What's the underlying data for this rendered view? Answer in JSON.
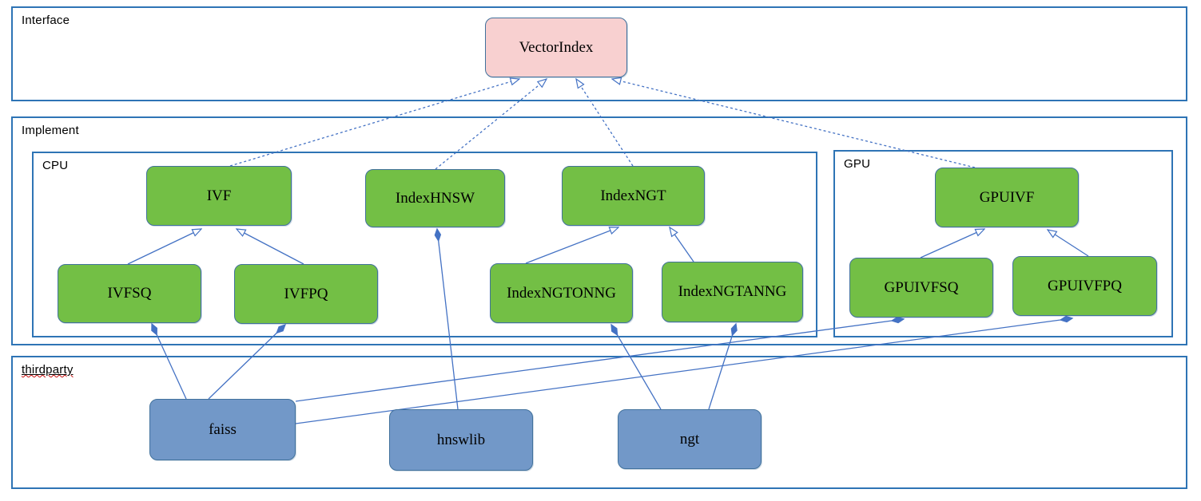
{
  "containers": [
    {
      "label": "Interface"
    },
    {
      "label": "Implement"
    },
    {
      "label": "CPU"
    },
    {
      "label": "GPU"
    },
    {
      "label": "thirdparty"
    }
  ],
  "nodes": [
    {
      "label": "VectorIndex",
      "kind": "interface",
      "container": "Interface"
    },
    {
      "label": "IVF",
      "kind": "implementation",
      "container": "CPU"
    },
    {
      "label": "IndexHNSW",
      "kind": "implementation",
      "container": "CPU"
    },
    {
      "label": "IndexNGT",
      "kind": "implementation",
      "container": "CPU"
    },
    {
      "label": "IVFSQ",
      "kind": "implementation",
      "container": "CPU"
    },
    {
      "label": "IVFPQ",
      "kind": "implementation",
      "container": "CPU"
    },
    {
      "label": "IndexNGTONNG",
      "kind": "implementation",
      "container": "CPU"
    },
    {
      "label": "IndexNGTANNG",
      "kind": "implementation",
      "container": "CPU"
    },
    {
      "label": "GPUIVF",
      "kind": "implementation",
      "container": "GPU"
    },
    {
      "label": "GPUIVFSQ",
      "kind": "implementation",
      "container": "GPU"
    },
    {
      "label": "GPUIVFPQ",
      "kind": "implementation",
      "container": "GPU"
    },
    {
      "label": "faiss",
      "kind": "library",
      "container": "thirdparty"
    },
    {
      "label": "hnswlib",
      "kind": "library",
      "container": "thirdparty"
    },
    {
      "label": "ngt",
      "kind": "library",
      "container": "thirdparty"
    }
  ],
  "edges": [
    {
      "from": "IVF",
      "to": "VectorIndex",
      "type": "realize-dashed-hollow-arrow"
    },
    {
      "from": "IndexHNSW",
      "to": "VectorIndex",
      "type": "realize-dashed-hollow-arrow"
    },
    {
      "from": "IndexNGT",
      "to": "VectorIndex",
      "type": "realize-dashed-hollow-arrow"
    },
    {
      "from": "GPUIVF",
      "to": "VectorIndex",
      "type": "realize-dashed-hollow-arrow"
    },
    {
      "from": "IVFSQ",
      "to": "IVF",
      "type": "generalize-hollow-arrow"
    },
    {
      "from": "IVFPQ",
      "to": "IVF",
      "type": "generalize-hollow-arrow"
    },
    {
      "from": "IndexNGTONNG",
      "to": "IndexNGT",
      "type": "generalize-hollow-arrow"
    },
    {
      "from": "IndexNGTANNG",
      "to": "IndexNGT",
      "type": "generalize-hollow-arrow"
    },
    {
      "from": "GPUIVFSQ",
      "to": "GPUIVF",
      "type": "generalize-hollow-arrow"
    },
    {
      "from": "GPUIVFPQ",
      "to": "GPUIVF",
      "type": "generalize-hollow-arrow"
    },
    {
      "from": "faiss",
      "to": "IVFSQ",
      "type": "compose-filled-diamond"
    },
    {
      "from": "faiss",
      "to": "IVFPQ",
      "type": "compose-filled-diamond"
    },
    {
      "from": "faiss",
      "to": "GPUIVFSQ",
      "type": "compose-filled-diamond"
    },
    {
      "from": "faiss",
      "to": "GPUIVFPQ",
      "type": "compose-filled-diamond"
    },
    {
      "from": "hnswlib",
      "to": "IndexHNSW",
      "type": "compose-filled-diamond"
    },
    {
      "from": "ngt",
      "to": "IndexNGTONNG",
      "type": "compose-filled-diamond"
    },
    {
      "from": "ngt",
      "to": "IndexNGTANNG",
      "type": "compose-filled-diamond"
    }
  ],
  "colors": {
    "interface_fill": "#f8d0d0",
    "implementation_fill": "#73bf45",
    "library_fill": "#7298c8",
    "node_border": "#41719c",
    "container_border": "#2e74b5",
    "connector": "#4472c4"
  }
}
